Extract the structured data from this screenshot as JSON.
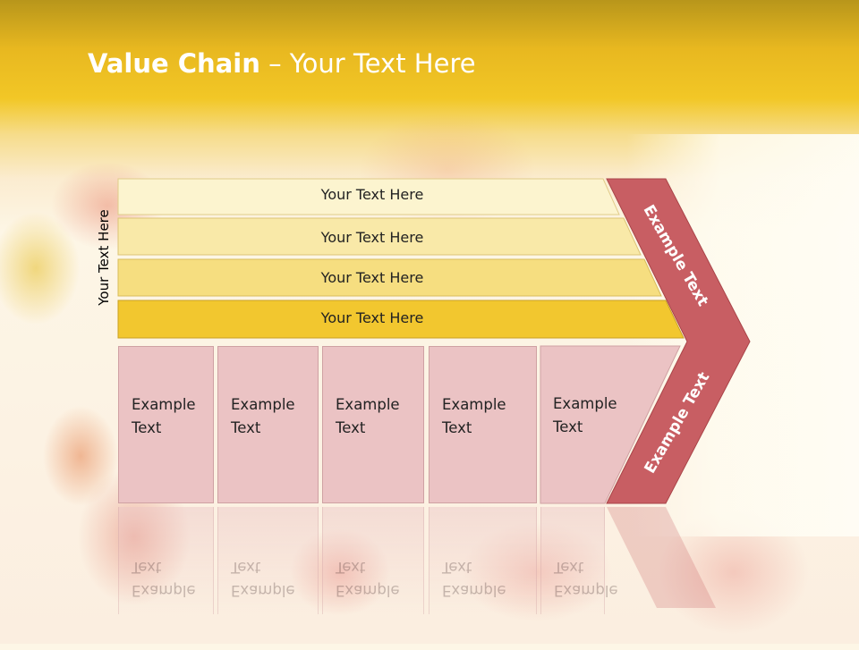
{
  "title": {
    "bold": "Value Chain",
    "rest": " – Your Text Here"
  },
  "side_label": "Your Text Here",
  "bars": [
    {
      "label": "Your Text Here",
      "color": "#fcf4cf"
    },
    {
      "label": "Your Text Here",
      "color": "#f9e9a8"
    },
    {
      "label": "Your Text Here",
      "color": "#f6de80"
    },
    {
      "label": "Your Text Here",
      "color": "#f2c72f"
    }
  ],
  "boxes": [
    {
      "line1": "Example",
      "line2": "Text"
    },
    {
      "line1": "Example",
      "line2": "Text"
    },
    {
      "line1": "Example",
      "line2": "Text"
    },
    {
      "line1": "Example",
      "line2": "Text"
    },
    {
      "line1": "Example",
      "line2": "Text"
    }
  ],
  "arrow": {
    "upper_text": "Example Text",
    "lower_text": "Example Text",
    "color": "#c85e63"
  },
  "colors": {
    "box_fill": "#ebc3c4",
    "header_gold": "#f2c726"
  }
}
